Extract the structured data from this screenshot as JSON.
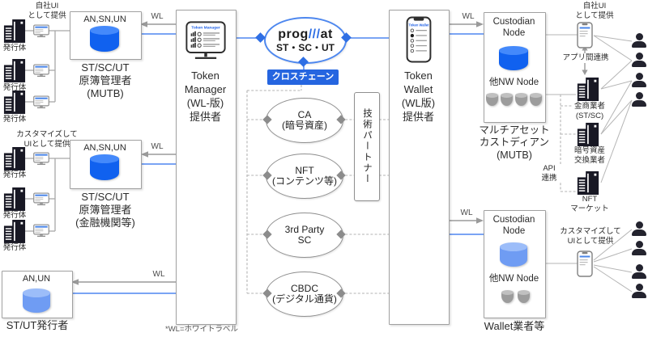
{
  "wl": "WL",
  "note": "*WL=ホワイトラベル",
  "left": {
    "group1": {
      "provide": "自社UI\nとして提供",
      "issuers": [
        {
          "label": "発行体"
        },
        {
          "label": "発行体"
        },
        {
          "label": "発行体"
        }
      ],
      "box_title": "AN,SN,UN",
      "caption": "ST/SC/UT\n原簿管理者\n(MUTB)"
    },
    "group2": {
      "provide": "カスタマイズして\nUIとして提供",
      "issuers": [
        {
          "label": "発行体"
        },
        {
          "label": "発行体"
        },
        {
          "label": "発行体"
        }
      ],
      "box_title": "AN,SN,UN",
      "caption": "ST/SC/UT\n原簿管理者\n(金融機関等)"
    },
    "group3": {
      "box_title": "AN,UN",
      "caption": "ST/UT発行者"
    }
  },
  "token_manager": {
    "icon_title": "Token Manager",
    "label": "Token\nManager\n(WL-版)\n提供者"
  },
  "progmat": {
    "brand_pre": "prog",
    "brand_mid": "///",
    "brand_post": "at",
    "sub": "ST・SC・UT",
    "cross_chain": "クロスチェーン"
  },
  "assets": [
    {
      "name": "CA\n(暗号資産)"
    },
    {
      "name": "NFT\n(コンテンツ等)"
    },
    {
      "name": "3rd Party\nSC"
    },
    {
      "name": "CBDC\n(デジタル通貨)"
    }
  ],
  "tech_partner": "技術パートナー",
  "token_wallet": {
    "icon_title": "Token Wallet",
    "label": "Token\nWallet\n(WL版)\n提供者"
  },
  "right_top": {
    "custodian_title": "Custodian\nNode",
    "other_nw": "他NW Node",
    "caption": "マルチアセット\nカストディアン\n(MUTB)",
    "provide": "自社UI\nとして提供",
    "app_link": "アプリ間連携",
    "api_link": "API\n連携",
    "businesses": [
      {
        "label": "金商業者\n(ST/SC)"
      },
      {
        "label": "暗号資産\n交換業者"
      },
      {
        "label": "NFT\nマーケット"
      }
    ]
  },
  "right_bottom": {
    "custodian_title": "Custodian\nNode",
    "other_nw": "他NW Node",
    "caption": "Wallet業者等",
    "provide": "カスタマイズして\nUIとして提供"
  },
  "colors": {
    "accent_blue": "#2f6fe4",
    "db_blue": "#1061ef",
    "db_light_blue": "#6f9cf3",
    "node_gray": "#9c9c9c"
  }
}
